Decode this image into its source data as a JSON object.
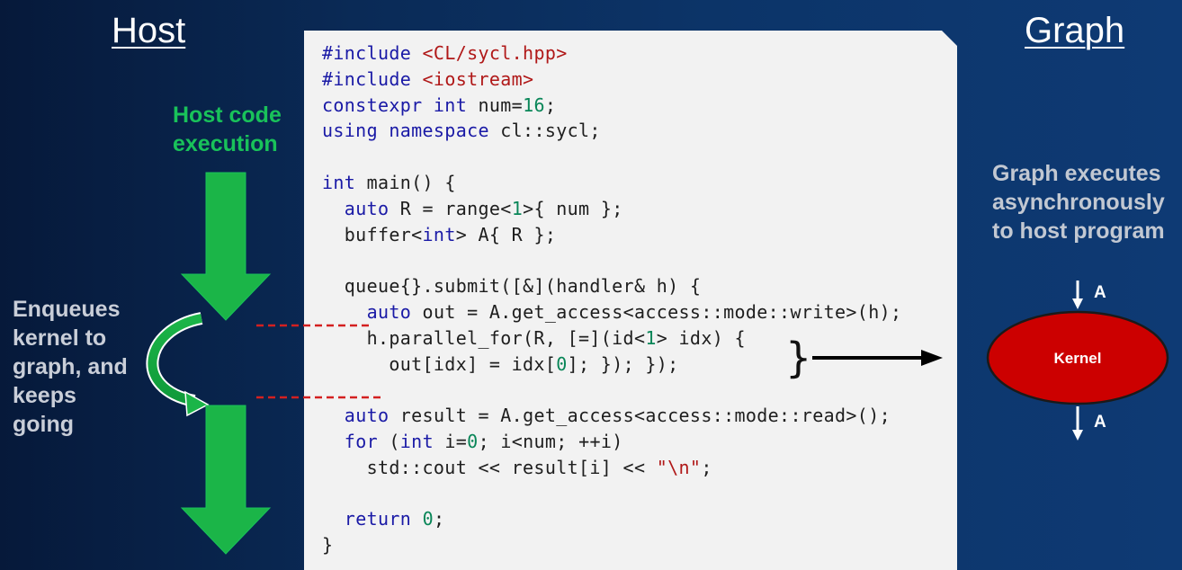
{
  "host": {
    "title": "Host",
    "exec_label": "Host code\nexecution",
    "enqueue_label": "Enqueues\nkernel to\ngraph, and\nkeeps\ngoing"
  },
  "graph": {
    "title": "Graph",
    "exec_label": "Graph executes\nasynchronously\nto host program",
    "kernel_label": "Kernel",
    "input_label": "A",
    "output_label": "A"
  },
  "code": [
    [
      [
        "#include ",
        "kw"
      ],
      [
        "<CL/sycl.hpp>",
        "str"
      ]
    ],
    [
      [
        "#include ",
        "kw"
      ],
      [
        "<iostream>",
        "str"
      ]
    ],
    [
      [
        "constexpr int",
        "kw"
      ],
      [
        " num=",
        ""
      ],
      [
        "16",
        "num"
      ],
      [
        ";",
        ""
      ]
    ],
    [
      [
        "using namespace",
        "kw"
      ],
      [
        " cl::sycl;",
        ""
      ]
    ],
    [
      [
        "",
        ""
      ]
    ],
    [
      [
        "int",
        "kw"
      ],
      [
        " main() {",
        ""
      ]
    ],
    [
      [
        "  ",
        ""
      ],
      [
        "auto",
        "kw"
      ],
      [
        " R = range<",
        ""
      ],
      [
        "1",
        "num"
      ],
      [
        ">{ num };",
        ""
      ]
    ],
    [
      [
        "  buffer<",
        ""
      ],
      [
        "int",
        "kw"
      ],
      [
        "> A{ R };",
        ""
      ]
    ],
    [
      [
        "",
        ""
      ]
    ],
    [
      [
        "  queue{}.submit([&](handler& h) {",
        ""
      ]
    ],
    [
      [
        "    ",
        ""
      ],
      [
        "auto",
        "kw"
      ],
      [
        " out = A.get_access<access::mode::write>(h);",
        ""
      ]
    ],
    [
      [
        "    h.parallel_for(R, [=](id<",
        ""
      ],
      [
        "1",
        "num"
      ],
      [
        "> idx) {",
        ""
      ]
    ],
    [
      [
        "      out[idx] = idx[",
        ""
      ],
      [
        "0",
        "num"
      ],
      [
        "]; }); });",
        ""
      ]
    ],
    [
      [
        "",
        ""
      ]
    ],
    [
      [
        "  ",
        ""
      ],
      [
        "auto",
        "kw"
      ],
      [
        " result = A.get_access<access::mode::read>();",
        ""
      ]
    ],
    [
      [
        "  ",
        ""
      ],
      [
        "for",
        "kw"
      ],
      [
        " (",
        ""
      ],
      [
        "int",
        "kw"
      ],
      [
        " i=",
        ""
      ],
      [
        "0",
        "num"
      ],
      [
        "; i<num; ++i)",
        ""
      ]
    ],
    [
      [
        "    std::cout << result[i] << ",
        ""
      ],
      [
        "\"\\n\"",
        "str"
      ],
      [
        ";",
        ""
      ]
    ],
    [
      [
        "",
        ""
      ]
    ],
    [
      [
        "  ",
        ""
      ],
      [
        "return",
        "kw"
      ],
      [
        " ",
        ""
      ],
      [
        "0",
        "num"
      ],
      [
        ";",
        ""
      ]
    ],
    [
      [
        "}",
        ""
      ]
    ]
  ],
  "colors": {
    "arrow_green": "#1bb548",
    "kernel_fill": "#cc0000",
    "dashed_red": "#d42020",
    "keyword": "#1a1aa6",
    "string": "#b01818",
    "number": "#098658"
  }
}
